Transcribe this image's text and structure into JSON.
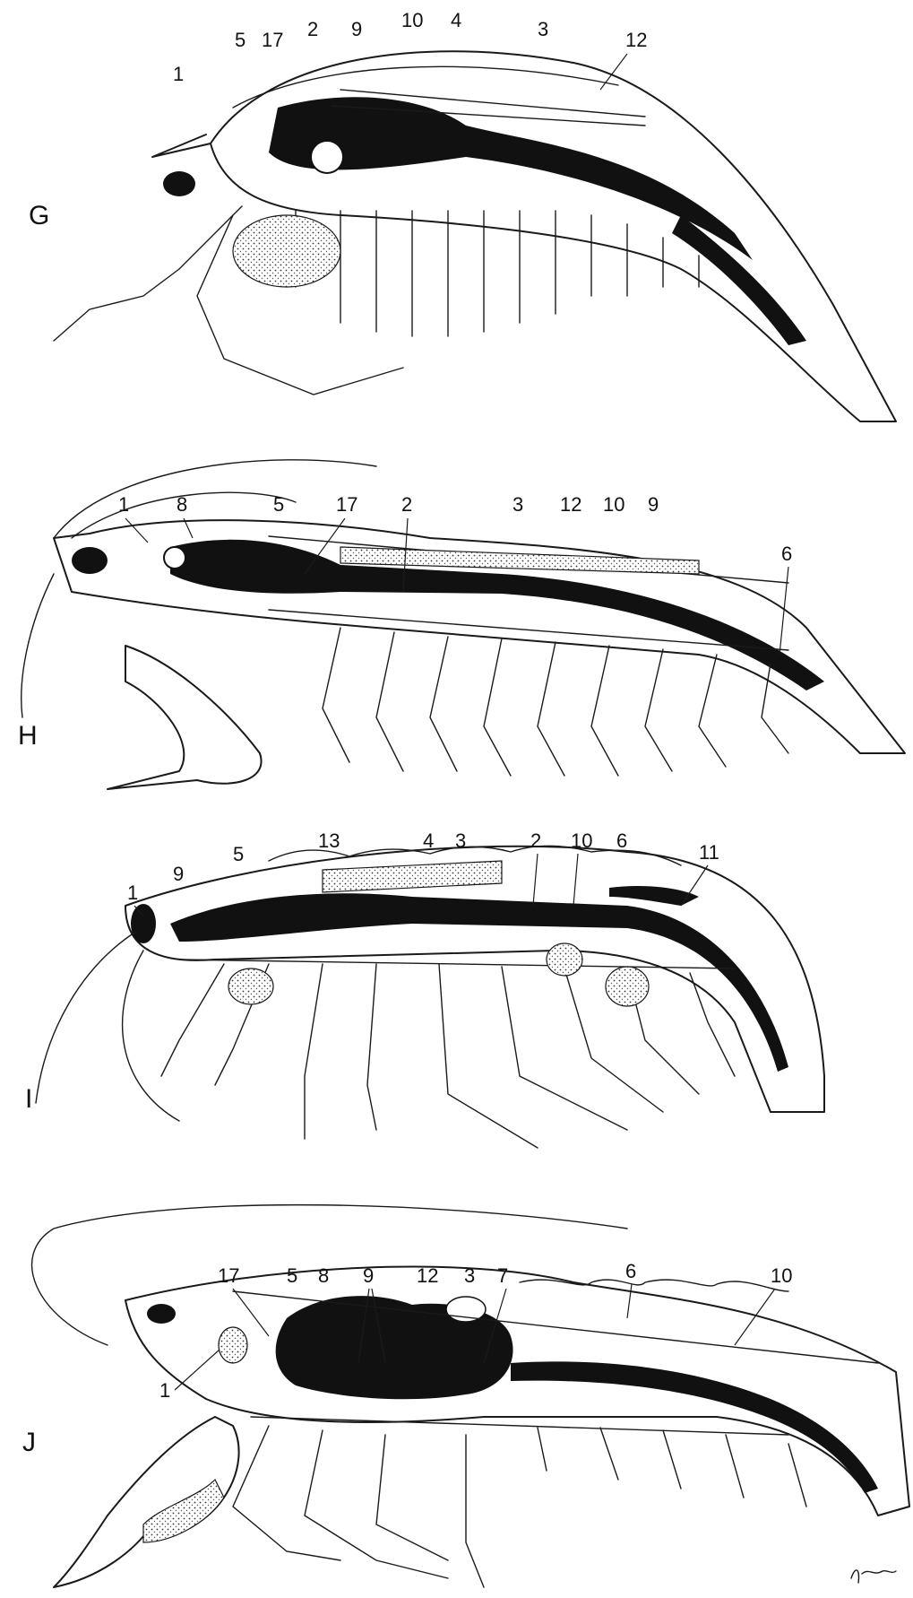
{
  "panels": [
    {
      "id": "G",
      "label": "G",
      "numbers": [
        "1",
        "5",
        "17",
        "2",
        "9",
        "10",
        "4",
        "3",
        "12"
      ]
    },
    {
      "id": "H",
      "label": "H",
      "numbers": [
        "1",
        "8",
        "5",
        "17",
        "2",
        "3",
        "12",
        "10",
        "9",
        "6"
      ]
    },
    {
      "id": "I",
      "label": "I",
      "numbers": [
        "1",
        "9",
        "5",
        "13",
        "4",
        "3",
        "2",
        "10",
        "6",
        "11"
      ]
    },
    {
      "id": "J",
      "label": "J",
      "numbers": [
        "17",
        "5",
        "8",
        "9",
        "12",
        "3",
        "7",
        "6",
        "10",
        "1"
      ]
    }
  ]
}
